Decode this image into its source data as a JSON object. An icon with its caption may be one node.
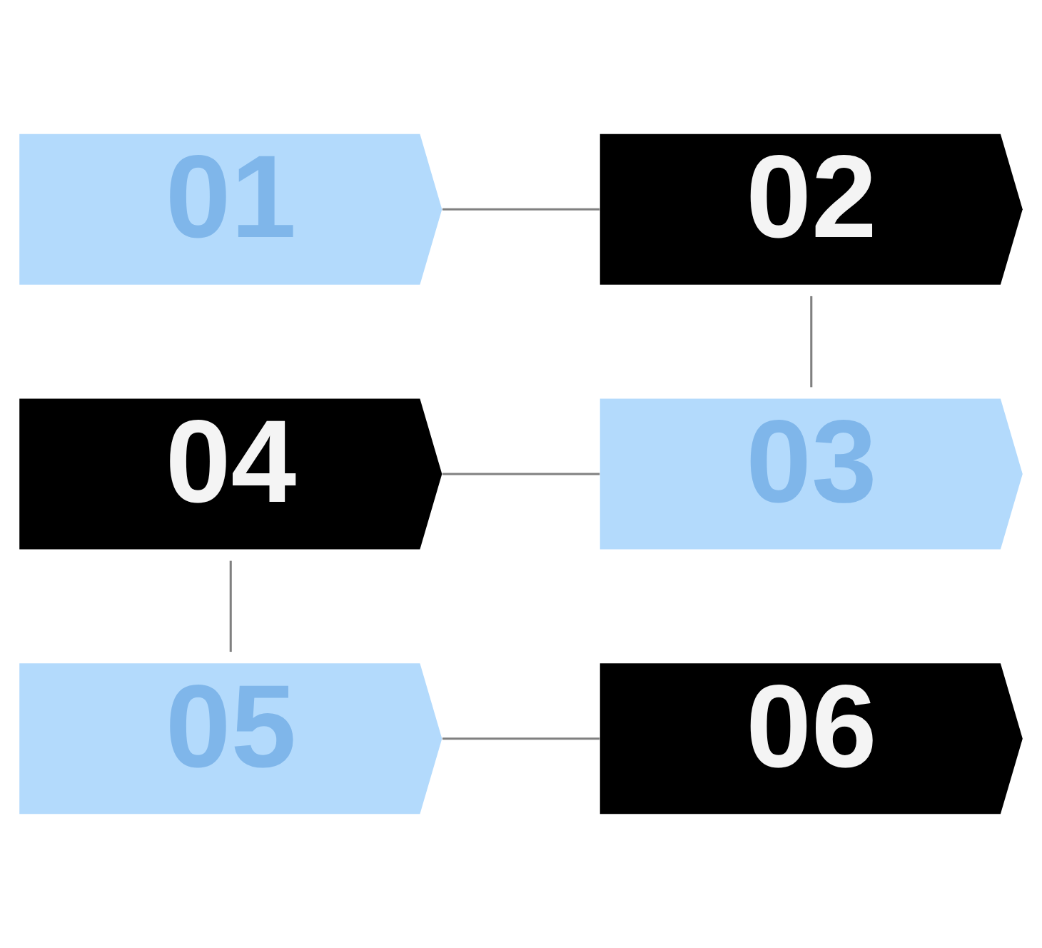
{
  "diagram": {
    "nodes": [
      {
        "text": [
          "01"
        ]
      },
      {
        "text": [
          "02"
        ]
      },
      {
        "text": [
          "03"
        ]
      },
      {
        "text": [
          "04"
        ]
      },
      {
        "text": [
          "05"
        ]
      },
      {
        "text": [
          "06"
        ]
      }
    ],
    "edges": [
      {
        "from": 0,
        "to": 1,
        "arrow": "none"
      },
      {
        "from": 1,
        "to": 2,
        "arrow": "none"
      },
      {
        "from": 2,
        "to": 3,
        "arrow": "none"
      },
      {
        "from": 3,
        "to": 4,
        "arrow": "none"
      },
      {
        "from": 4,
        "to": 5,
        "arrow": "none"
      }
    ]
  }
}
